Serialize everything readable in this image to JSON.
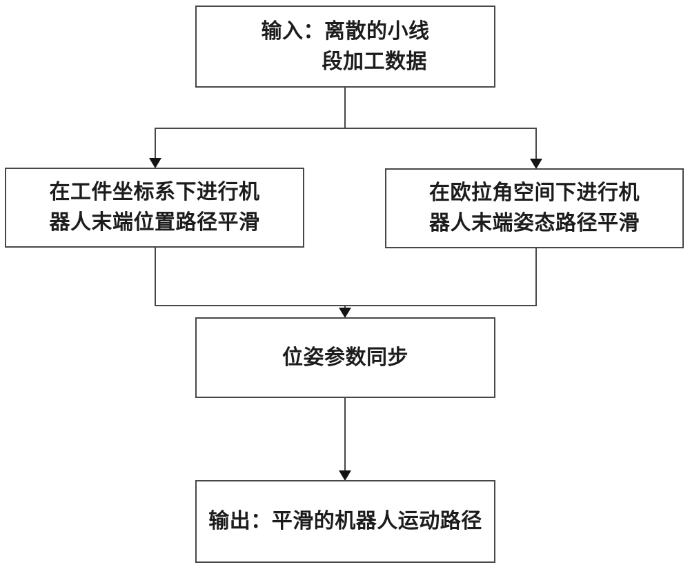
{
  "diagram": {
    "type": "flowchart",
    "background_color": "#ffffff",
    "line_color": "#474747",
    "arrow_color": "#141414",
    "text_color": "#1c1c1c",
    "nodes": {
      "input": {
        "id": "input",
        "lines": [
          "输入：离散的小线",
          "段加工数据"
        ],
        "full_text": "输入：离散的小线段加工数据"
      },
      "position_smoothing": {
        "id": "position_smoothing",
        "lines": [
          "在工件坐标系下进行机",
          "器人末端位置路径平滑"
        ],
        "full_text": "在工件坐标系下进行机器人末端位置路径平滑"
      },
      "orientation_smoothing": {
        "id": "orientation_smoothing",
        "lines": [
          "在欧拉角空间下进行机",
          "器人末端姿态路径平滑"
        ],
        "full_text": "在欧拉角空间下进行机器人末端姿态路径平滑"
      },
      "pose_sync": {
        "id": "pose_sync",
        "lines": [
          "位姿参数同步"
        ],
        "full_text": "位姿参数同步"
      },
      "output": {
        "id": "output",
        "lines": [
          "输出：平滑的机器人运动路径"
        ],
        "full_text": "输出：平滑的机器人运动路径"
      }
    },
    "edges": [
      {
        "from": "input",
        "to": "position_smoothing",
        "arrow": true
      },
      {
        "from": "input",
        "to": "orientation_smoothing",
        "arrow": true
      },
      {
        "from": "position_smoothing",
        "to": "pose_sync",
        "arrow": true
      },
      {
        "from": "orientation_smoothing",
        "to": "pose_sync",
        "arrow": true
      },
      {
        "from": "pose_sync",
        "to": "output",
        "arrow": true
      }
    ]
  }
}
